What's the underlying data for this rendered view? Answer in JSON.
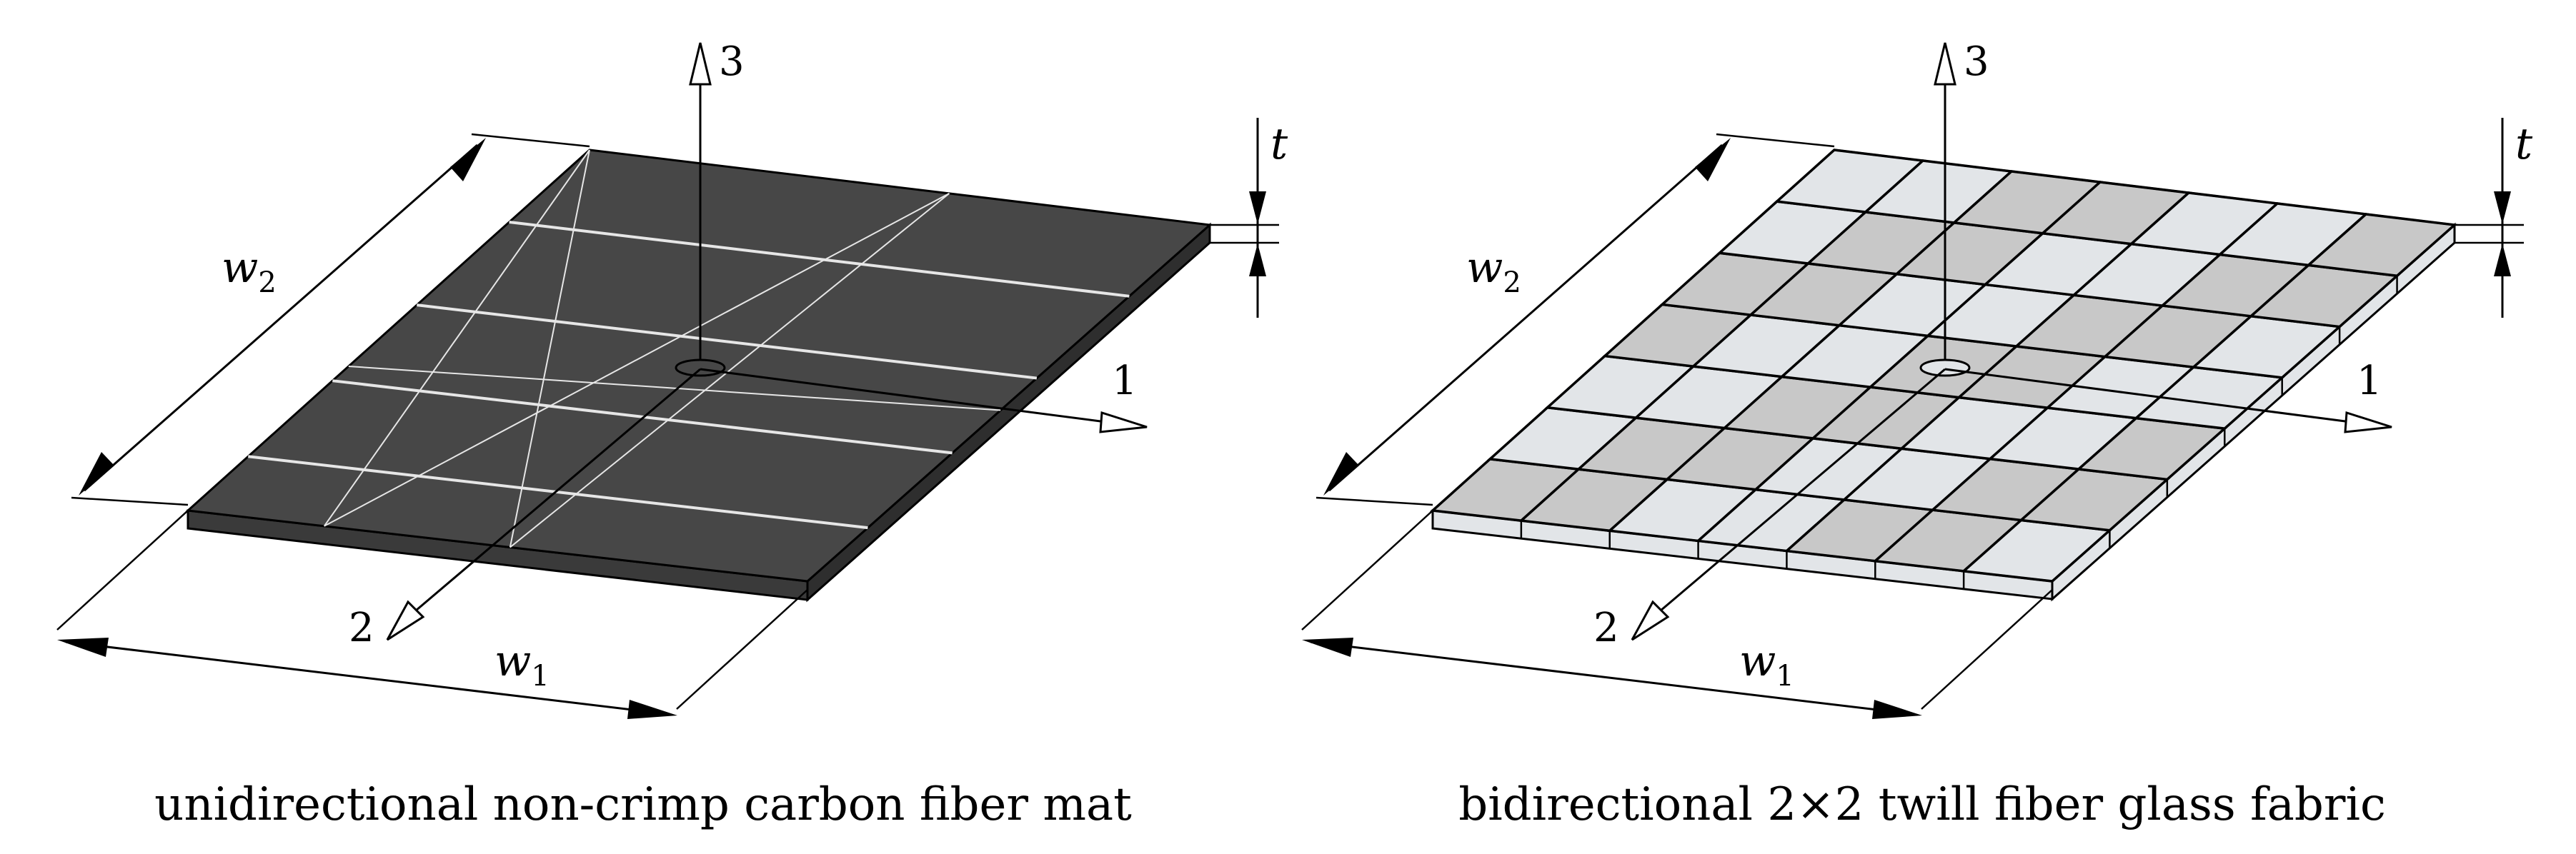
{
  "panels": [
    {
      "id": "left",
      "caption": "unidirectional non-crimp carbon fiber mat",
      "axis_3": "3",
      "axis_1": "1",
      "axis_2": "2",
      "thickness_label": "t",
      "width1_label": "w",
      "width1_sub": "1",
      "width2_label": "w",
      "width2_sub": "2",
      "plate_color": "#474747",
      "fiber_color": "#e6e6e6"
    },
    {
      "id": "right",
      "caption": "bidirectional 2×2 twill fiber glass fabric",
      "axis_3": "3",
      "axis_1": "1",
      "axis_2": "2",
      "thickness_label": "t",
      "width1_label": "w",
      "width1_sub": "1",
      "width2_label": "w",
      "width2_sub": "2",
      "tile_light": "#e2e5e8",
      "tile_dark": "#c8c8c8"
    }
  ]
}
